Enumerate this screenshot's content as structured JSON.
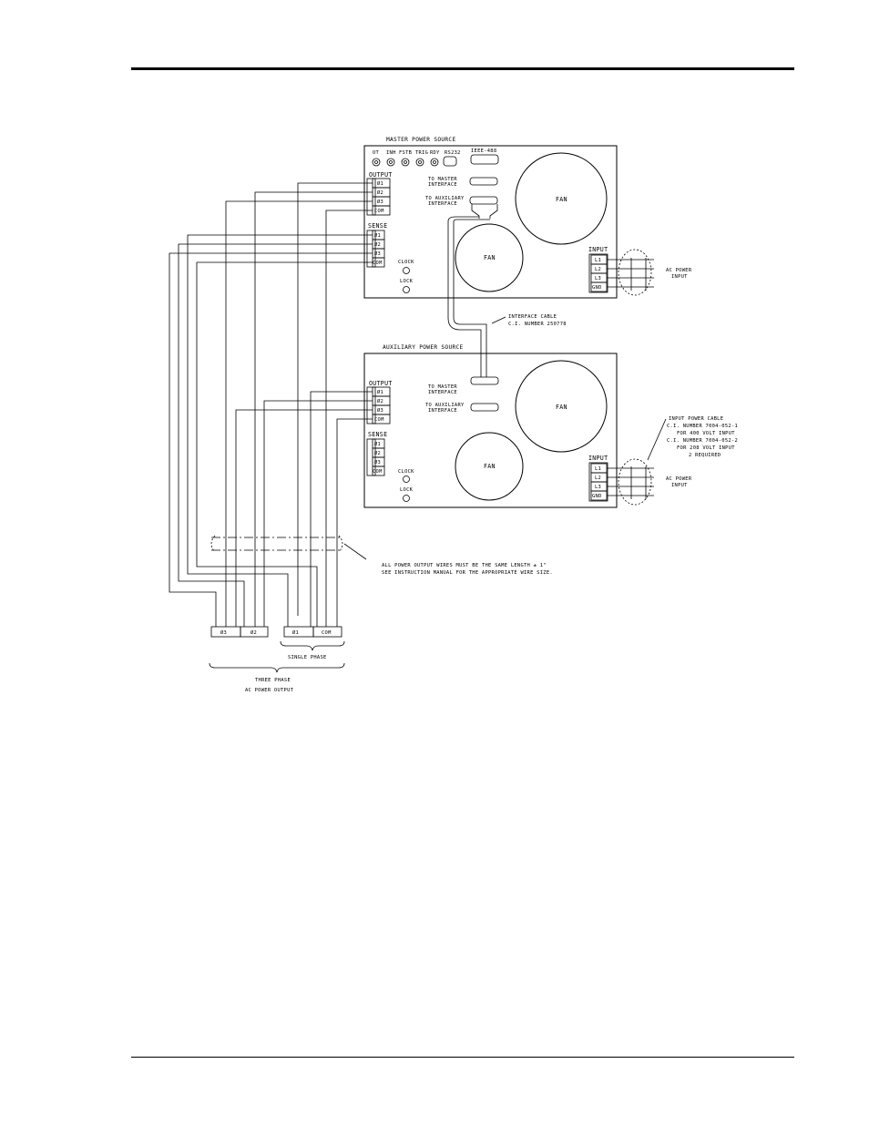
{
  "master": {
    "title": "MASTER POWER SOURCE",
    "top_ports": [
      "OT",
      "INH",
      "FSTB",
      "TRIG",
      "RDY",
      "RS232"
    ],
    "ieee": "IEEE-488",
    "to_master_1": "TO MASTER",
    "to_master_2": "INTERFACE",
    "to_aux_1": "TO AUXILIARY",
    "to_aux_2": "INTERFACE",
    "fan_large": "FAN",
    "fan_small": "FAN",
    "output_label": "OUTPUT",
    "output_terms": [
      "Ø1",
      "Ø2",
      "Ø3",
      "COM"
    ],
    "sense_label": "SENSE",
    "sense_terms": [
      "Ø1",
      "Ø2",
      "Ø3",
      "COM"
    ],
    "clock": "CLOCK",
    "lock": "LOCK",
    "input_label": "INPUT",
    "input_terms": [
      "L1",
      "L2",
      "L3",
      "GND"
    ],
    "ac_input_1": "AC POWER",
    "ac_input_2": "INPUT"
  },
  "cable": {
    "line1": "INTERFACE CABLE",
    "line2": "C.I. NUMBER 250778"
  },
  "aux": {
    "title": "AUXILIARY POWER SOURCE",
    "to_master_1": "TO MASTER",
    "to_master_2": "INTERFACE",
    "to_aux_1": "TO AUXILIARY",
    "to_aux_2": "INTERFACE",
    "fan_large": "FAN",
    "fan_small": "FAN",
    "output_label": "OUTPUT",
    "output_terms": [
      "Ø1",
      "Ø2",
      "Ø3",
      "COM"
    ],
    "sense_label": "SENSE",
    "sense_terms": [
      "Ø1",
      "Ø2",
      "Ø3",
      "COM"
    ],
    "clock": "CLOCK",
    "lock": "LOCK",
    "input_label": "INPUT",
    "input_terms": [
      "L1",
      "L2",
      "L3",
      "GND"
    ],
    "ac_input_1": "AC POWER",
    "ac_input_2": "INPUT"
  },
  "input_cable_note": [
    "INPUT POWER CABLE",
    "C.I. NUMBER 7004-052-1",
    "FOR 400 VOLT INPUT",
    "C.I. NUMBER 7004-052-2",
    "FOR 208 VOLT INPUT",
    "2 REQUIRED"
  ],
  "wire_note": [
    "ALL POWER OUTPUT WIRES MUST BE THE SAME LENGTH ± 1\"",
    "SEE INSTRUCTION MANUAL FOR THE APPROPRIATE WIRE SIZE."
  ],
  "bottom_terminals": [
    "Ø3",
    "Ø2",
    "Ø1",
    "COM"
  ],
  "single_phase": "SINGLE PHASE",
  "three_phase_1": "THREE PHASE",
  "three_phase_2": "AC POWER OUTPUT"
}
